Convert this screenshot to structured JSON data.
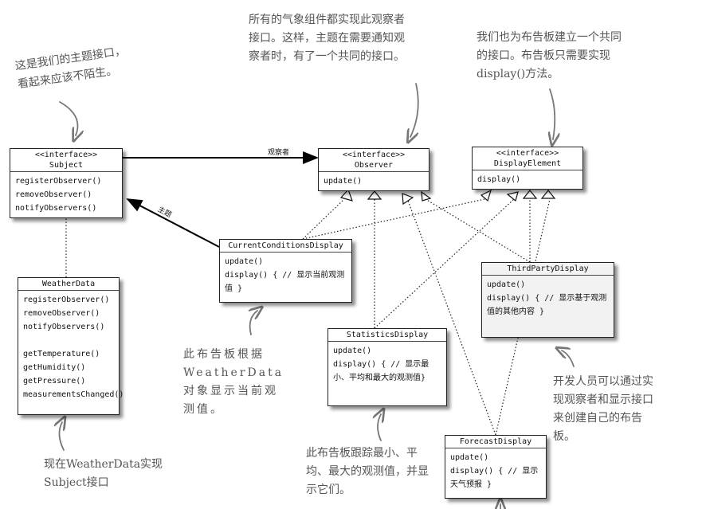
{
  "classes": {
    "subject": {
      "stereotype": "<<interface>>",
      "name": "Subject",
      "methods": [
        "registerObserver()",
        "removeObserver()",
        "notifyObservers()"
      ]
    },
    "observer": {
      "stereotype": "<<interface>>",
      "name": "Observer",
      "methods": [
        "update()"
      ]
    },
    "display_element": {
      "stereotype": "<<interface>>",
      "name": "DisplayElement",
      "methods": [
        "display()"
      ]
    },
    "weather_data": {
      "name": "WeatherData",
      "methods": [
        "registerObserver()",
        "removeObserver()",
        "notifyObservers()",
        "getTemperature()",
        "getHumidity()",
        "getPressure()",
        "measurementsChanged()"
      ]
    },
    "current_conditions": {
      "name": "CurrentConditionsDisplay",
      "methods": [
        "update()",
        "display() { // 显示当前观测值 }"
      ]
    },
    "third_party": {
      "name": "ThirdPartyDisplay",
      "methods": [
        "update()",
        "display() { // 显示基于观测值的其他内容 }"
      ]
    },
    "statistics": {
      "name": "StatisticsDisplay",
      "methods": [
        "update()",
        "display() { // 显示最小、平均和最大的观测值}"
      ]
    },
    "forecast": {
      "name": "ForecastDisplay",
      "methods": [
        "update()",
        "display() { // 显示天气预报 }"
      ]
    }
  },
  "relations": {
    "observers_label": "观察者",
    "subject_label": "主题"
  },
  "notes": {
    "subject_note": "这是我们的主题接口，看起来应该不陌生。",
    "observer_note": "所有的气象组件都实现此观察者接口。这样，主题在需要通知观察者时，有了一个共同的接口。",
    "display_note": "我们也为布告板建立一个共同的接口。布告板只需要实现display()方法。",
    "weather_note": "现在WeatherData实现Subject接口",
    "current_note": "此布告板根据WeatherData对象显示当前观测值。",
    "statistics_note": "此布告板跟踪最小、平均、最大的观测值，并显示它们。",
    "third_party_note": "开发人员可以通过实现观察者和显示接口来创建自己的布告板。"
  }
}
